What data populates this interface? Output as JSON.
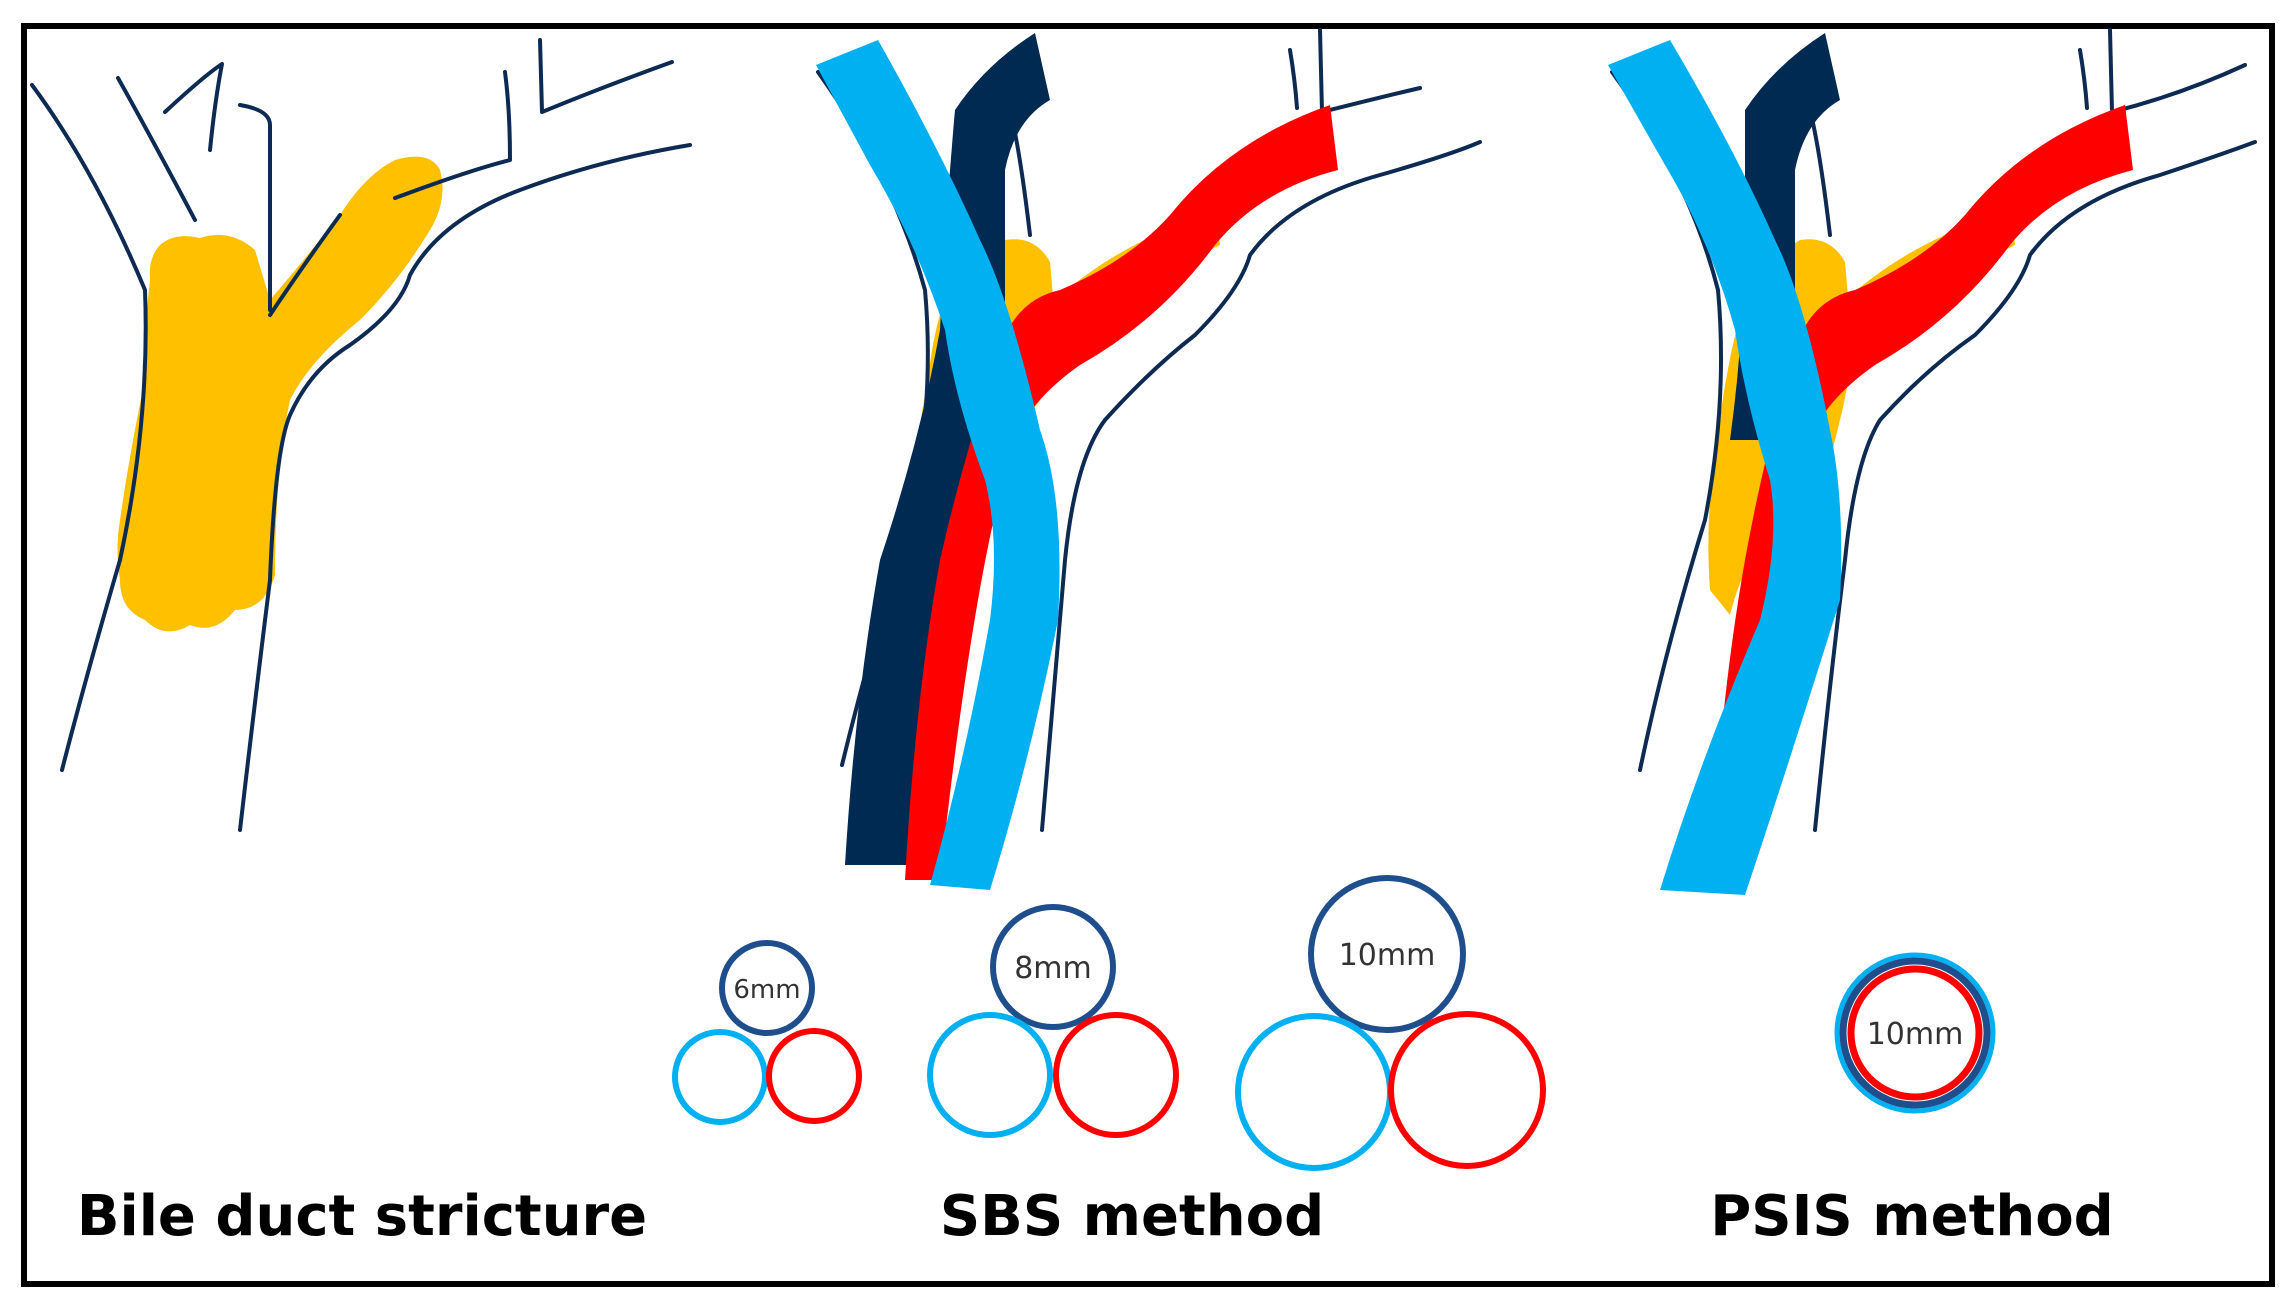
{
  "colors": {
    "stricture": "#ffc000",
    "duct_outline": "#0d2b52",
    "stent_dark_navy": "#002a52",
    "stent_light_blue": "#00b0f0",
    "stent_red": "#ff0000",
    "ring_navy": "#1f4e8c",
    "frame": "#000000"
  },
  "panels": [
    {
      "caption": "Bile duct stricture"
    },
    {
      "caption": "SBS method"
    },
    {
      "caption": "PSIS method"
    }
  ],
  "sbs_sizes": [
    {
      "label": "6mm"
    },
    {
      "label": "8mm"
    },
    {
      "label": "10mm"
    }
  ],
  "psis_size": {
    "label": "10mm"
  }
}
